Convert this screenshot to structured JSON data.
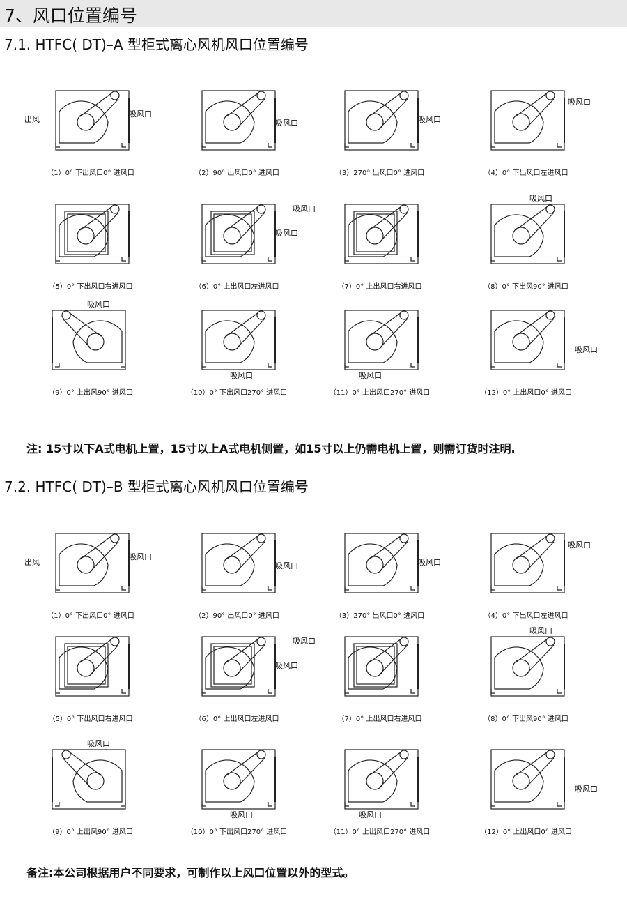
{
  "section_title": "7、风口位置编号",
  "sections": [
    {
      "title": "7.1. HTFC( DT)–A 型柜式离心风机风口位置编号",
      "figures": [
        {
          "caption": "（1）0° 下出风口0° 进风口",
          "labels": [
            "出风",
            "吸风口"
          ]
        },
        {
          "caption": "（2）90° 出风口0° 进风口",
          "labels": [
            "吸风口"
          ]
        },
        {
          "caption": "（3）270° 出风口0° 进风口",
          "labels": [
            "吸风口"
          ]
        },
        {
          "caption": "（4）0° 下出风口左进风口",
          "labels": [
            "吸风口"
          ]
        },
        {
          "caption": "（5）0° 下出风口右进风口",
          "labels": []
        },
        {
          "caption": "（6）0° 上出风口左进风口",
          "labels": [
            "吸风口"
          ]
        },
        {
          "caption": "（7）0° 上出风口右进风口",
          "labels": [
            "吸风口"
          ]
        },
        {
          "caption": "（8）0° 下出风90° 进风口",
          "labels": [
            "吸风口"
          ]
        },
        {
          "caption": "（9）0° 上出风90° 进风口",
          "labels": [
            "吸风口"
          ]
        },
        {
          "caption": "（10）0° 下出风口270° 进风口",
          "labels": [
            "吸风口"
          ]
        },
        {
          "caption": "（11）0° 上出风口270° 进风口",
          "labels": [
            "吸风口"
          ]
        },
        {
          "caption": "（12）0° 上出风口0° 进风口",
          "labels": [
            "吸风口"
          ]
        }
      ],
      "note": "注: 15寸以下A式电机上置，15寸以上A式电机侧置，如15寸以上仍需电机上置，则需订货时注明."
    },
    {
      "title": "7.2. HTFC( DT)–B 型柜式离心风机风口位置编号",
      "figures": [
        {
          "caption": "（1）0° 下出风口0° 进风口",
          "labels": [
            "出风",
            "吸风口"
          ]
        },
        {
          "caption": "（2）90° 出风口0° 进风口",
          "labels": [
            "吸风口"
          ]
        },
        {
          "caption": "（3）270° 出风口0° 进风口",
          "labels": [
            "吸风口"
          ]
        },
        {
          "caption": "（4）0° 下出风口左进风口",
          "labels": [
            "吸风口"
          ]
        },
        {
          "caption": "（5）0° 下出风口右进风口",
          "labels": []
        },
        {
          "caption": "（6）0° 上出风口左进风口",
          "labels": [
            "吸风口"
          ]
        },
        {
          "caption": "（7）0° 上出风口右进风口",
          "labels": [
            "吸风口"
          ]
        },
        {
          "caption": "（8）0° 下出风90° 进风口",
          "labels": [
            "吸风口"
          ]
        },
        {
          "caption": "（9）0° 上出风90° 进风口",
          "labels": [
            "吸风口"
          ]
        },
        {
          "caption": "（10）0° 下出风口270° 进风口",
          "labels": [
            "吸风口"
          ]
        },
        {
          "caption": "（11）0° 上出风口270° 进风口",
          "labels": [
            "吸风口"
          ]
        },
        {
          "caption": "（12）0° 上出风口0° 进风口",
          "labels": [
            "吸风口"
          ]
        }
      ],
      "note": "备注:本公司根据用户不同要求，可制作以上风口位置以外的型式。"
    }
  ]
}
